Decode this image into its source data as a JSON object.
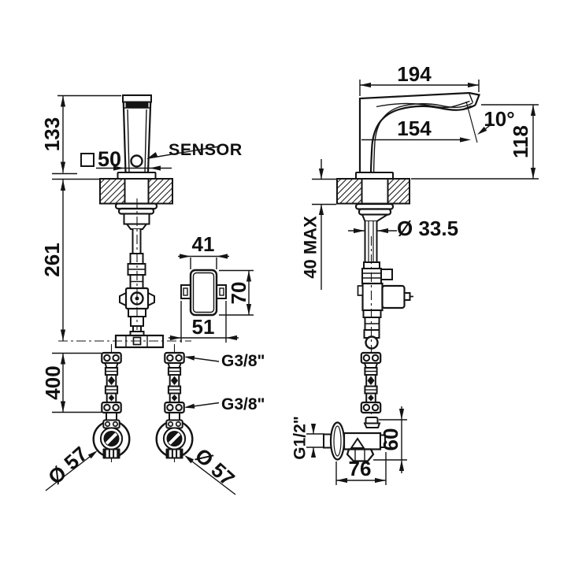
{
  "views": {
    "front": {
      "dim_spout_height": "133",
      "dim_below_deck": "261",
      "dim_hose_length": "400",
      "square_symbol": "□",
      "dim_body_square": "50",
      "sensor_label": "SENSOR",
      "control_box": {
        "dim_top_width": "41",
        "dim_height": "70",
        "dim_bottom_width": "51"
      },
      "label_hot_inlet": "G3/8\"",
      "label_cold_inlet": "G3/8\"",
      "dim_left_rosette": "Ø 57",
      "dim_right_rosette": "Ø 57"
    },
    "side": {
      "dim_spout_reach": "194",
      "dim_outlet_reach": "154",
      "dim_outlet_angle": "10°",
      "dim_spout_height": "118",
      "dim_deck_thickness": "40 MAX",
      "dim_hole_diameter": "Ø 33.5",
      "angle_valve": {
        "label_connection": "G1/2\"",
        "dim_height": "60",
        "dim_depth": "76"
      }
    }
  },
  "colors": {
    "ink": "#141414",
    "paper": "#ffffff"
  }
}
